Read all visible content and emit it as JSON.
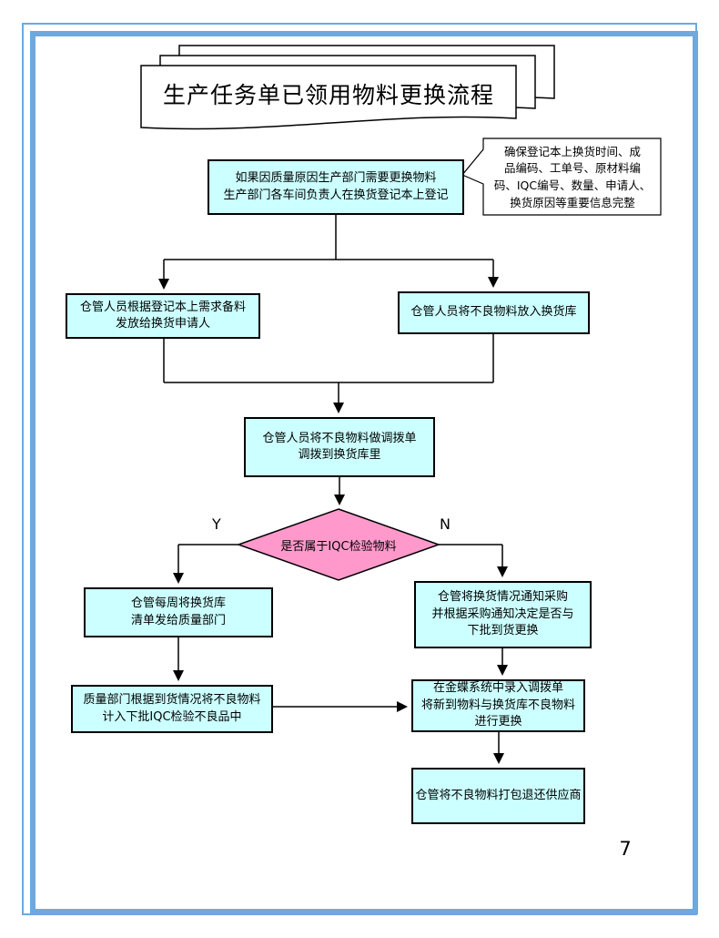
{
  "colors": {
    "frame_blue": "#6FA8DC",
    "node_fill": "#CCFFFF",
    "decision_fill": "#FF99CC",
    "shape_border": "#000000"
  },
  "slide": {
    "title": "生产任务单已领用物料更换流程",
    "page_number": "7"
  },
  "flowchart": {
    "nodes": {
      "register": "如果因质量原因生产部门需要更换物料\n生产部门各车间负责人在换货登记本上登记",
      "callout_note": "确保登记本上换货时间、成\n品编码、工单号、原材料编\n码、IQC编号、数量、申请人、\n换货原因等重要信息完整",
      "prepare_material": "仓管人员根据登记本上需求备料\n发放给换货申请人",
      "store_defective": "仓管人员将不良物料放入换货库",
      "transfer_order": "仓管人员将不良物料做调拨单\n调拨到换货库里",
      "decision_iqc": "是否属于IQC检验物料",
      "weekly_list": "仓管每周将换货库\n清单发给质量部门",
      "notify_purchasing": "仓管将换货情况通知采购\n并根据采购通知决定是否与\n下批到货更换",
      "quality_record": "质量部门根据到货情况将不良物料\n计入下批IQC检验不良品中",
      "kingdee_entry": "在金蝶系统中录入调拨单\n将新到物料与换货库不良物料\n进行更换",
      "return_supplier": "仓管将不良物料打包退还供应商"
    },
    "branch_labels": {
      "yes": "Y",
      "no": "N"
    }
  }
}
